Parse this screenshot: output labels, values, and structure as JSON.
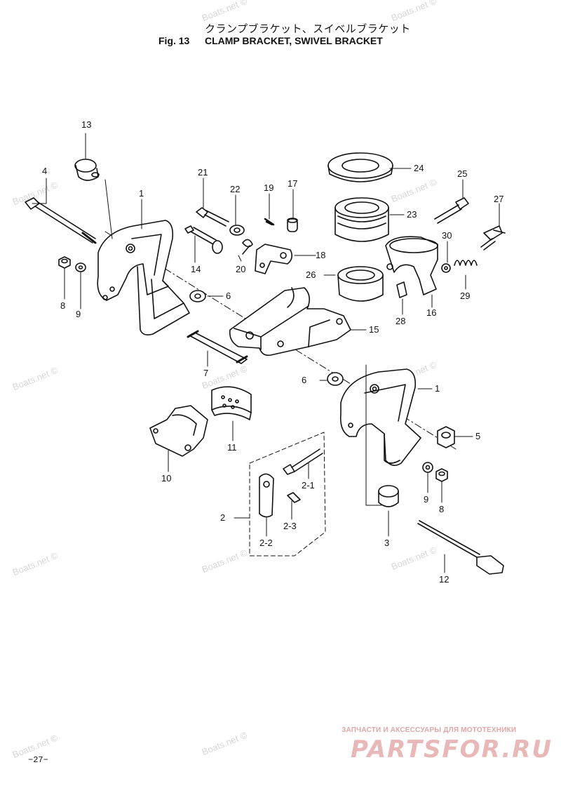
{
  "header": {
    "jp_title": "クランプブラケット、スイベルブラケット",
    "fig_number": "Fig. 13",
    "en_title": "CLAMP BRACKET, SWIVEL BRACKET"
  },
  "page_number": "−27−",
  "watermark": "Boats.net ©",
  "shop": {
    "tagline": "ЗАПЧАСТИ И АКСЕССУАРЫ ДЛЯ МОТОТЕХНИКИ",
    "logo": "PARTSFOR.RU"
  },
  "callouts": [
    "13",
    "4",
    "1",
    "8",
    "9",
    "21",
    "22",
    "19",
    "17",
    "14",
    "20",
    "18",
    "6",
    "24",
    "25",
    "27",
    "23",
    "30",
    "29",
    "16",
    "26",
    "28",
    "15",
    "7",
    "6",
    "1",
    "5",
    "11",
    "10",
    "2-1",
    "2",
    "2-3",
    "2-2",
    "9",
    "8",
    "3",
    "12"
  ]
}
